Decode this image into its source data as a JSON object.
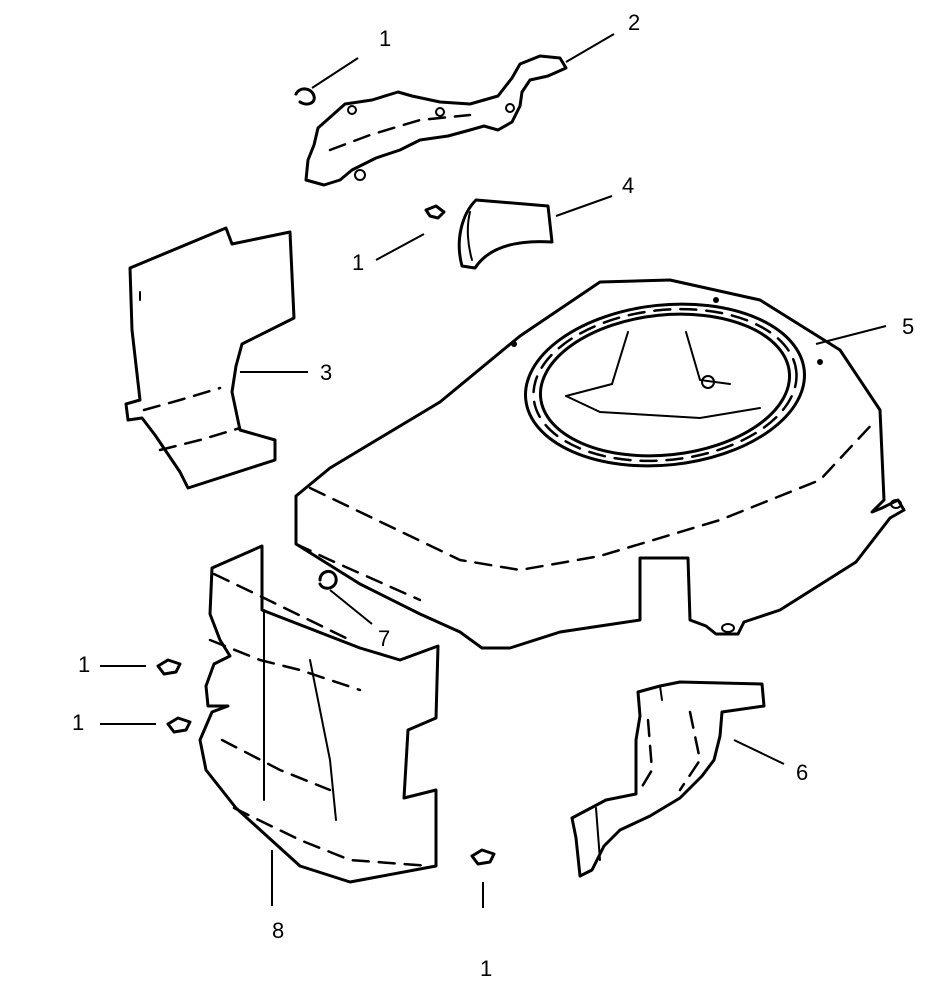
{
  "diagram": {
    "callouts": {
      "c1a": "1",
      "c2": "2",
      "c1b": "1",
      "c4": "4",
      "c5": "5",
      "c3": "3",
      "c7": "7",
      "c1c": "1",
      "c1d": "1",
      "c6": "6",
      "c8": "8",
      "c1e": "1"
    }
  }
}
